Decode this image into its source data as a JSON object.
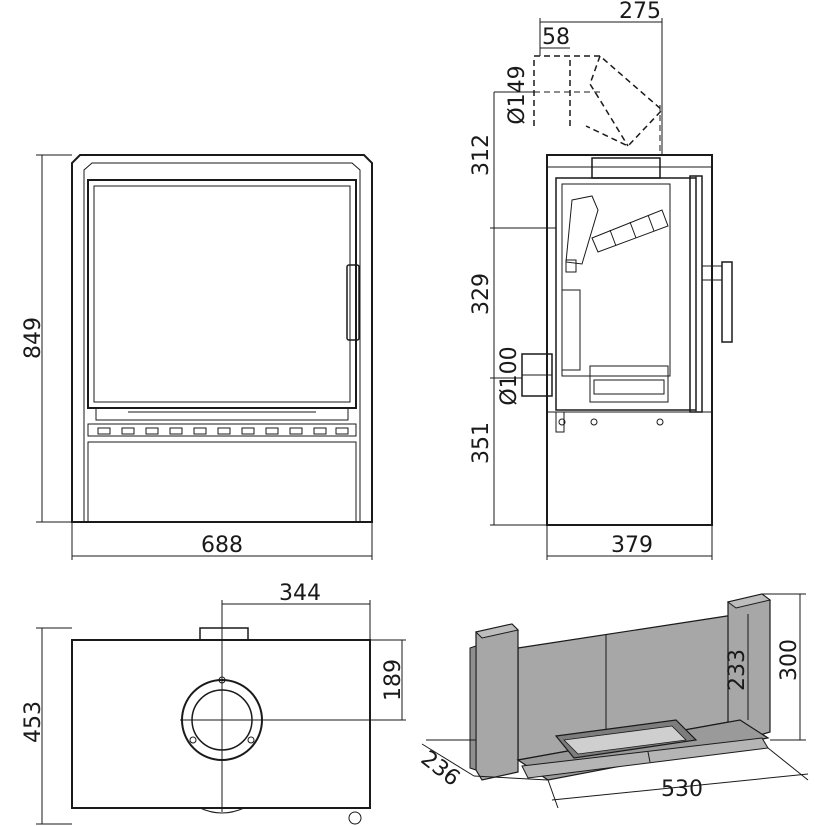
{
  "front_view": {
    "height_label": "849",
    "width_label": "688"
  },
  "side_view": {
    "depth_label": "379",
    "flue_offset_label": "275",
    "flue_setback_label": "58",
    "flue_diameter_label": "Ø149",
    "top_section_label": "312",
    "middle_section_label": "329",
    "bottom_section_label": "351",
    "air_inlet_diameter_label": "Ø100"
  },
  "top_view": {
    "flue_center_offset_label": "344",
    "flue_center_depth_label": "189",
    "depth_label": "453"
  },
  "firebox_view": {
    "height_back_label": "233",
    "height_side_label": "300",
    "width_label": "530",
    "depth_label": "236"
  },
  "colors": {
    "line": "#1a1a1a",
    "firebox_fill": "#a7a7a7",
    "firebox_dark": "#8f8f8f"
  }
}
